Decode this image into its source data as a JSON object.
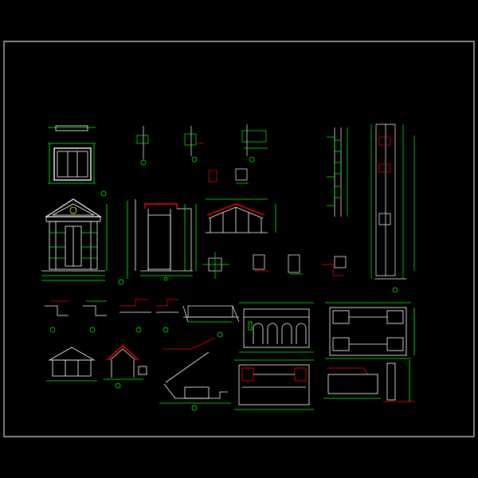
{
  "drawing": {
    "background": "#000000",
    "colors": {
      "frame": "#ffffff",
      "line": "#ffffff",
      "dimension": "#00ff00",
      "accent": "#ff0000",
      "highlight": "#ffff00",
      "cyan": "#00ffff"
    },
    "details": [
      {
        "id": "window-elevation",
        "label": ""
      },
      {
        "id": "portico-elevation",
        "label": ""
      },
      {
        "id": "portico-section",
        "label": ""
      },
      {
        "id": "gable-roof-section",
        "label": ""
      },
      {
        "id": "column-elevation-left",
        "label": ""
      },
      {
        "id": "column-elevation-right",
        "label": ""
      },
      {
        "id": "arched-wall-elevation",
        "label": ""
      },
      {
        "id": "bay-window-plan",
        "label": ""
      },
      {
        "id": "stair-section",
        "label": ""
      },
      {
        "id": "small-gable-elevation",
        "label": ""
      },
      {
        "id": "parapet-detail",
        "label": ""
      }
    ]
  }
}
